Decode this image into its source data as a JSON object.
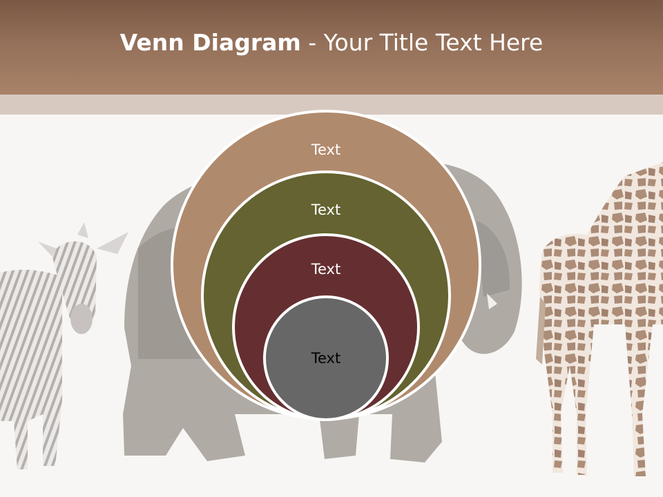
{
  "slide": {
    "title_bold": "Venn Diagram",
    "title_rest": " - Your Title Text Here"
  },
  "venn": {
    "circles": [
      {
        "label": "Text",
        "color": "#b08a6d",
        "text_color": "#ffffff"
      },
      {
        "label": "Text",
        "color": "#646331",
        "text_color": "#ffffff"
      },
      {
        "label": "Text",
        "color": "#652f31",
        "text_color": "#ffffff"
      },
      {
        "label": "Text",
        "color": "#676767",
        "text_color": "#000000"
      }
    ]
  },
  "background": {
    "animals": [
      "zebra",
      "elephant",
      "giraffe"
    ]
  }
}
